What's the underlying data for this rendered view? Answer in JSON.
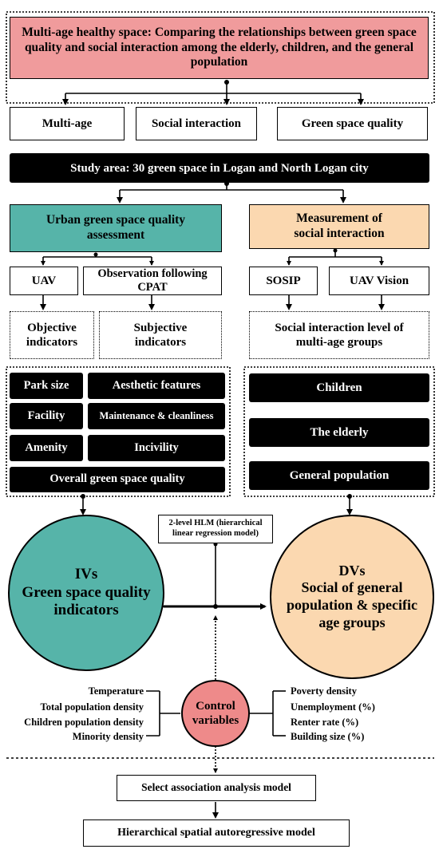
{
  "title": "Multi-age healthy space: Comparing the relationships between green space quality and social interaction among the elderly, children, and the general population",
  "themes": [
    "Multi-age",
    "Social interaction",
    "Green space quality"
  ],
  "study_area": "Study area: 30 green space in Logan and North Logan city",
  "left_header": "Urban green space quality assessment",
  "right_header": "Measurement of social interaction",
  "methods": {
    "uav": "UAV",
    "observation": "Observation following CPAT",
    "sosip": "SOSIP",
    "uav_vision": "UAV Vision"
  },
  "indicators": {
    "objective": "Objective indicators",
    "subjective": "Subjective indicators",
    "social_level": "Social interaction level of multi-age groups"
  },
  "quality_items": {
    "park_size": "Park size",
    "aesthetic": "Aesthetic features",
    "facility": "Facility",
    "maintenance": "Maintenance & cleanliness",
    "amenity": "Amenity",
    "incivility": "Incivility",
    "overall": "Overall green space quality"
  },
  "groups": [
    "Children",
    "The elderly",
    "General population"
  ],
  "hlm_label": "2-level HLM (hierarchical linear regression model)",
  "ivs": {
    "line1": "IVs",
    "line2": "Green space quality indicators"
  },
  "dvs": {
    "line1": "DVs",
    "line2": "Social of general population & specific age groups"
  },
  "control": "Control variables",
  "control_left": [
    "Temperature",
    "Total population density",
    "Children population density",
    "Minority density"
  ],
  "control_right": [
    "Poverty density",
    "Unemployment (%)",
    "Renter rate (%)",
    "Building size (%)"
  ],
  "select_model": "Select association analysis model",
  "final_model": "Hierarchical spatial autoregressive model",
  "colors": {
    "title_fill": "#f09b9c",
    "teal": "#56b4a9",
    "peach": "#fbd8b0",
    "pink": "#ee8a8a",
    "black": "#000000"
  }
}
